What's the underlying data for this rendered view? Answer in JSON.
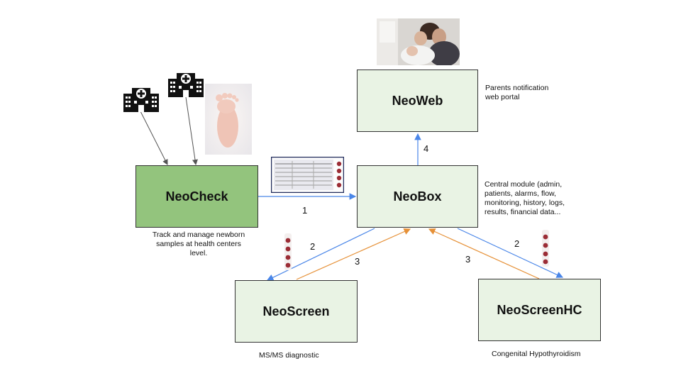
{
  "nodes": {
    "neoweb": "NeoWeb",
    "neobox": "NeoBox",
    "neocheck": "NeoCheck",
    "neoscreen": "NeoScreen",
    "neoscreenhc": "NeoScreenHC"
  },
  "notes": {
    "neoweb_desc_line1": "Parents notification",
    "neoweb_desc_line2": "web portal",
    "neobox_desc_line1": "Central module (admin,",
    "neobox_desc_line2": "patients, alarms, flow,",
    "neobox_desc_line3": "monitoring, history, logs,",
    "neobox_desc_line4": "results, financial data...",
    "neocheck_desc_line1": "Track and manage newborn",
    "neocheck_desc_line2": "samples  at health centers",
    "neocheck_desc_line3": "level.",
    "neoscreen_desc": "MS/MS diagnostic",
    "neoscreenhc_desc": "Congenital Hypothyroidism"
  },
  "edges": {
    "neocheck_to_neobox": "1",
    "neobox_to_neoscreen": "2",
    "neoscreen_to_neobox": "3",
    "neoscreenhc_to_neobox": "3",
    "neobox_to_neoscreenhc": "2",
    "neobox_to_neoweb": "4"
  },
  "colors": {
    "node_light": "#e9f3e4",
    "node_green": "#93c47d",
    "arrow_blue": "#4a86e8",
    "arrow_orange": "#e69138",
    "arrow_gray": "#555555"
  },
  "icons": [
    "hospital-icon",
    "hospital-icon",
    "baby-foot-photo",
    "blood-sample-card-image",
    "sample-tube-icon",
    "sample-tube-icon",
    "parents-newborn-photo"
  ]
}
